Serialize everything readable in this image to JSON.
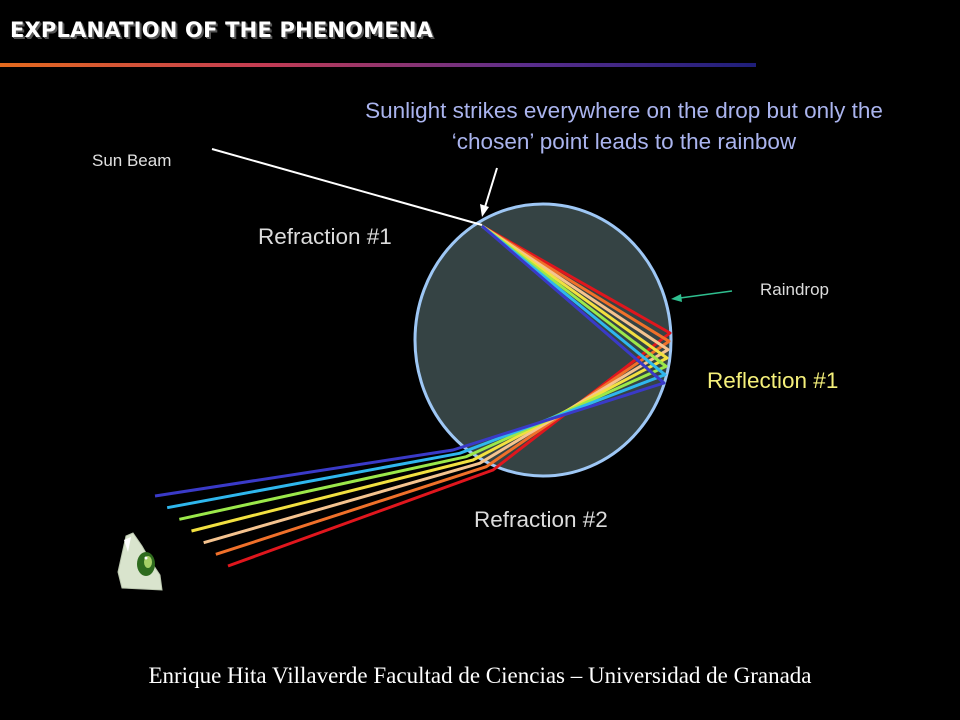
{
  "slide": {
    "title": "EXPLANATION OF THE PHENOMENA",
    "credit": "Enrique Hita Villaverde Facultad de Ciencias – Universidad de Granada"
  },
  "labels": {
    "sun_beam": "Sun Beam",
    "headline": "Sunlight strikes everywhere on the drop but only the ‘chosen’ point leads to the rainbow",
    "refraction1": "Refraction #1",
    "raindrop": "Raindrop",
    "reflection1": "Reflection #1",
    "refraction2": "Refraction #2"
  },
  "colors": {
    "background": "#000000",
    "drop_fill": "#354344",
    "drop_outline": "#9ec7f5",
    "headline": "#aab4ee",
    "reflection_label": "#f5f07a",
    "raindrop_arrow": "#2fbf8f",
    "spectrum": [
      "#e0161d",
      "#f0702a",
      "#f5c38f",
      "#f2e040",
      "#9be84a",
      "#2fb7ee",
      "#3a3ac8"
    ]
  },
  "icons": {
    "observer": "eye-icon"
  }
}
